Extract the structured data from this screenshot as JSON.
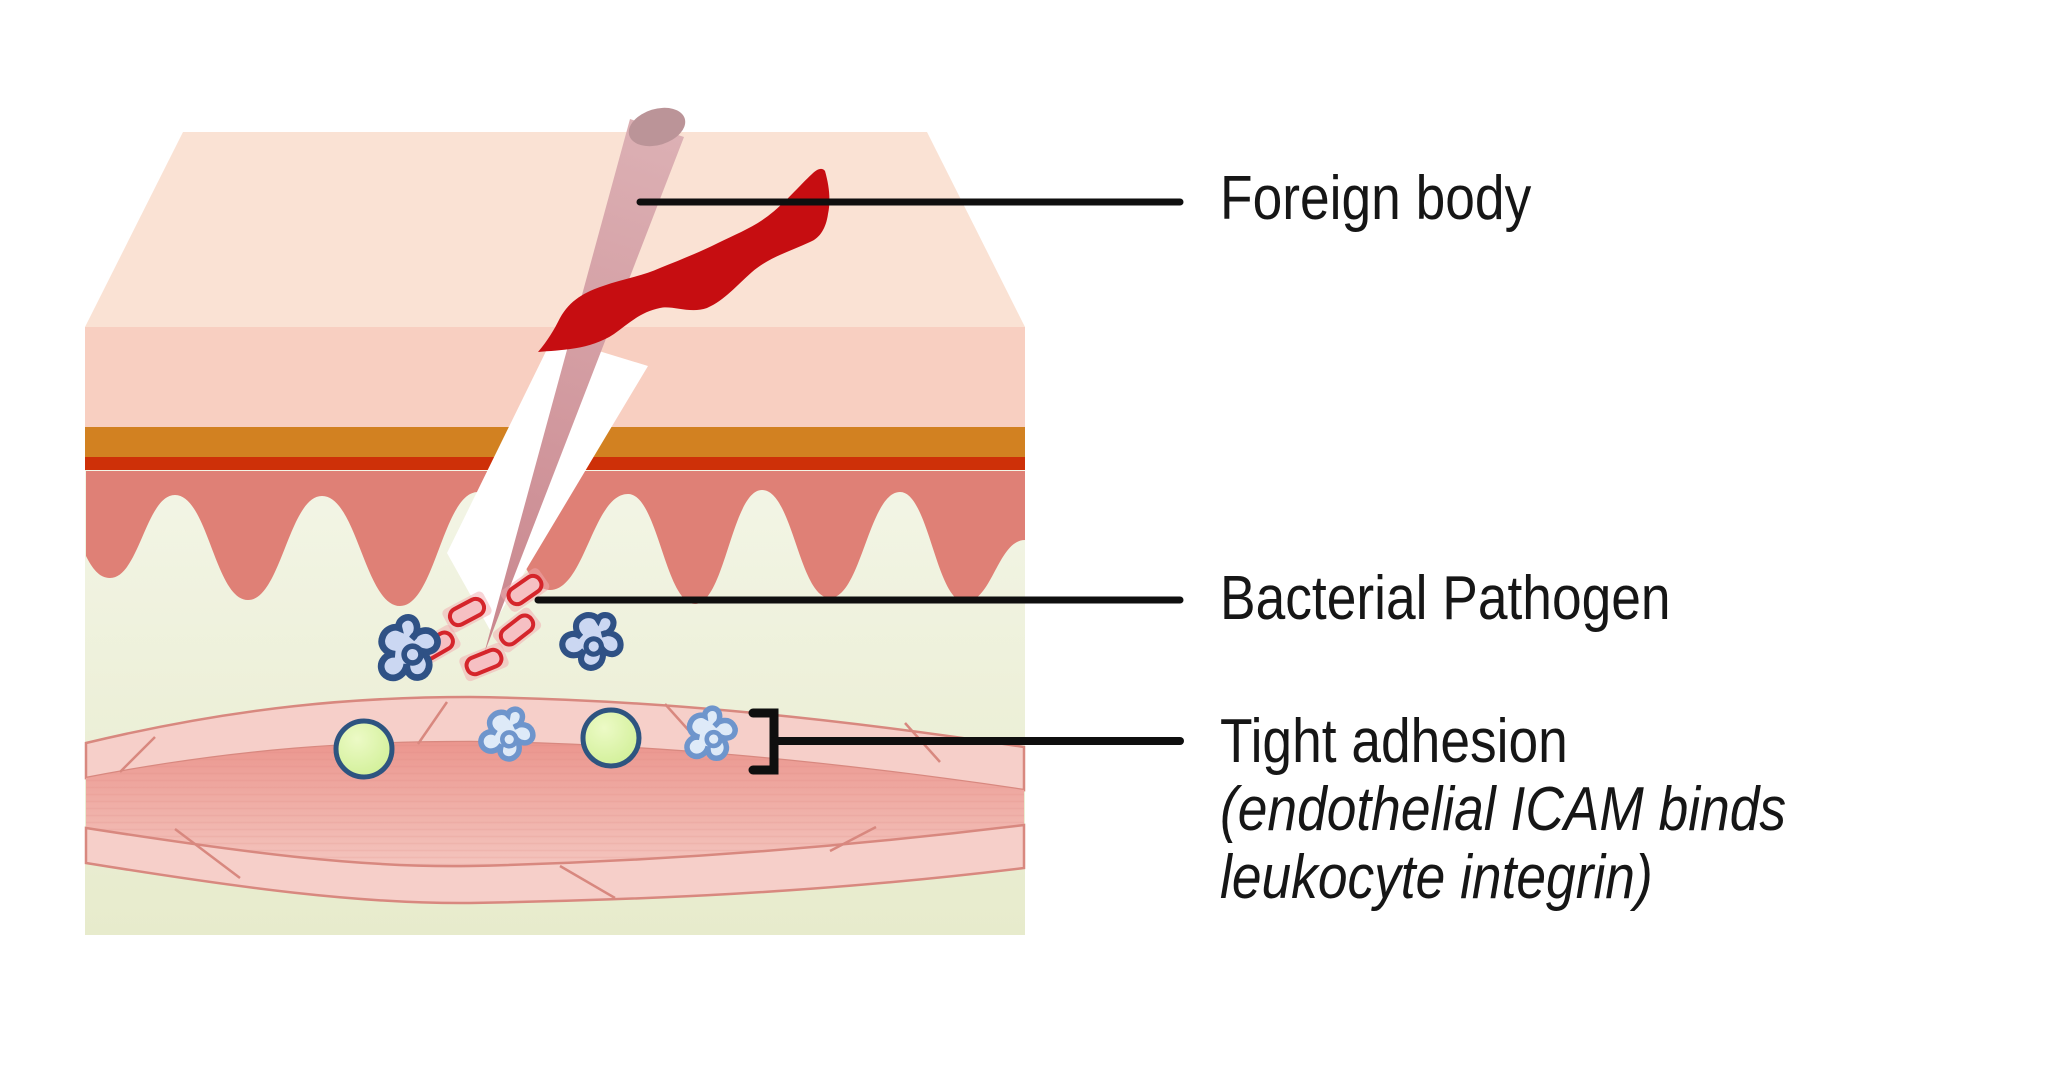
{
  "figure": {
    "description": "Cross-section of skin pierced by a foreign body introducing bacteria; leukocytes adhere tightly to vessel endothelium",
    "labels": {
      "foreign_body": "Foreign body",
      "bacterial_pathogen": "Bacterial Pathogen",
      "tight_adhesion": {
        "title": "Tight adhesion",
        "subtitle_line1": "(endothelial ICAM binds",
        "subtitle_line2": "leukocyte integrin)"
      }
    },
    "counts": {
      "bacteria": 5,
      "tissue_leukocytes": 2,
      "vessel_leukocytes": 2,
      "vessel_round_cells": 2
    },
    "colors": {
      "skin_top": "#FAE2D4",
      "epidermis_upper": "#F8CFC1",
      "stratum_orange": "#D28121",
      "stratum_red": "#CE3008",
      "epidermis_basal": "#DF8076",
      "dermis_light": "#F3F5E6",
      "dermis_dark": "#E7EBCC",
      "vessel_wall": "#F6CFC9",
      "vessel_wall_line": "#D8887F",
      "vessel_lumen_top": "#EB968E",
      "vessel_lumen_bottom": "#F4C5BE",
      "needle_top": "#DCB0B4",
      "needle_tip": "#C9868D",
      "needle_cap": "#BB9498",
      "puncture_white": "#FFFFFF",
      "blood": "#C60D11",
      "bacteria_outline": "#D5252B",
      "bacteria_fill": "#F6C0C3",
      "bacteria_glow": "#F2A9AD",
      "leukocyte_outline": "#2F5185",
      "leukocyte_fill": "#CBD7F2",
      "leukocyte_light_outline": "#6E95CC",
      "leukocyte_light_fill": "#DEEAF8",
      "cell_green_light": "#ECFAC6",
      "cell_green": "#CDEE90",
      "cell_green_outline": "#2E5480",
      "leader": "#0F0F0F",
      "text": "#161616"
    }
  }
}
